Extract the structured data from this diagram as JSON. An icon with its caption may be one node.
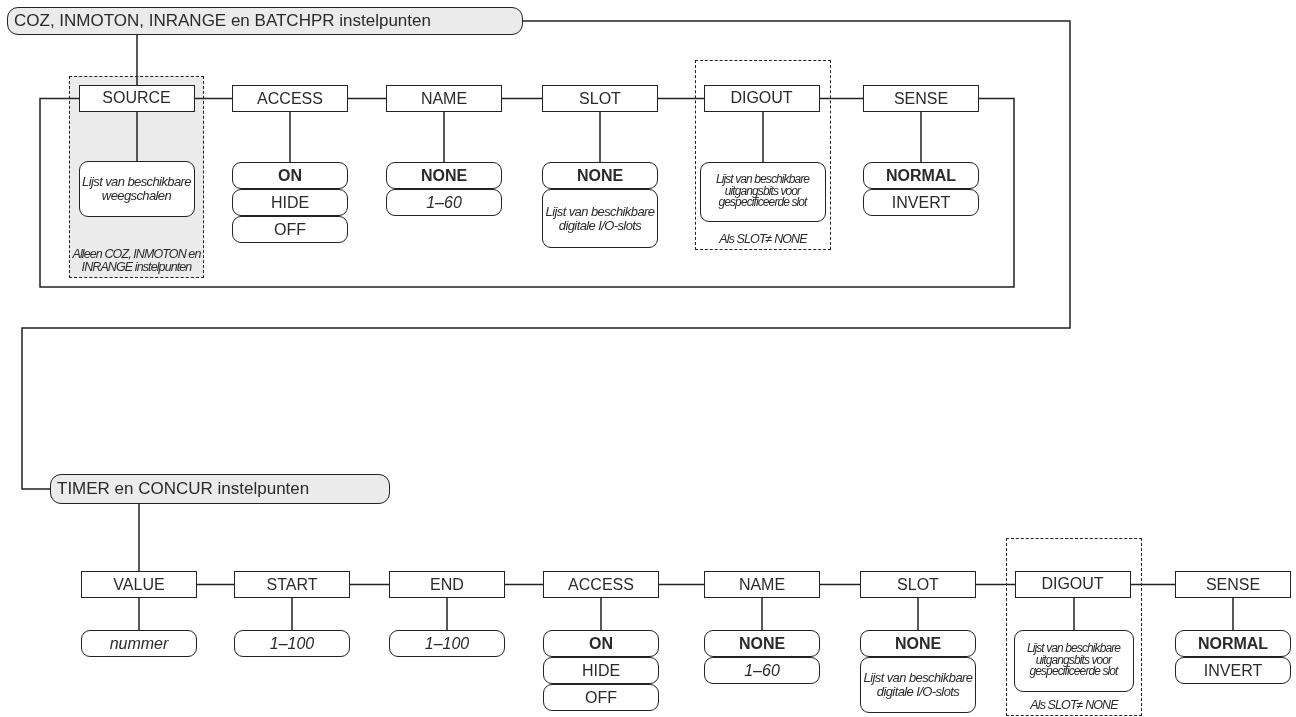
{
  "diagram": {
    "nodes": [
      {
        "text": [
          "COZ, INMOTON, INRANGE en BATCHPR instelpunten"
        ]
      },
      {
        "text": [
          "Alleen COZ, INMOTON en INRANGE instelpunten"
        ]
      },
      {
        "text": [
          "SOURCE"
        ],
        "in": 1
      },
      {
        "text": [
          "Lijst van beschikbare weegschalen"
        ],
        "in": 1
      },
      {
        "text": [
          "ACCESS"
        ]
      },
      {
        "text": [
          "ON"
        ]
      },
      {
        "text": [
          "HIDE"
        ]
      },
      {
        "text": [
          "OFF"
        ]
      },
      {
        "text": [
          "NAME"
        ]
      },
      {
        "text": [
          "NONE"
        ]
      },
      {
        "text": [
          "1–60"
        ]
      },
      {
        "text": [
          "SLOT"
        ]
      },
      {
        "text": [
          "NONE"
        ]
      },
      {
        "text": [
          "Lijst van beschikbare digitale I/O-slots"
        ]
      },
      {
        "text": [
          "Als SLOT≠ NONE"
        ]
      },
      {
        "text": [
          "DIGOUT"
        ],
        "in": 14
      },
      {
        "text": [
          "Lijst van beschikbare uitgangsbits voor gespecificeerde slot"
        ],
        "in": 14
      },
      {
        "text": [
          "SENSE"
        ]
      },
      {
        "text": [
          "NORMAL"
        ]
      },
      {
        "text": [
          "INVERT"
        ]
      },
      {
        "text": [
          "TIMER en CONCUR instelpunten"
        ]
      },
      {
        "text": [
          "VALUE"
        ]
      },
      {
        "text": [
          "nummer"
        ]
      },
      {
        "text": [
          "START"
        ]
      },
      {
        "text": [
          "1–100"
        ]
      },
      {
        "text": [
          "END"
        ]
      },
      {
        "text": [
          "1–100"
        ]
      },
      {
        "text": [
          "ACCESS"
        ]
      },
      {
        "text": [
          "ON"
        ]
      },
      {
        "text": [
          "HIDE"
        ]
      },
      {
        "text": [
          "OFF"
        ]
      },
      {
        "text": [
          "NAME"
        ]
      },
      {
        "text": [
          "NONE"
        ]
      },
      {
        "text": [
          "1–60"
        ]
      },
      {
        "text": [
          "SLOT"
        ]
      },
      {
        "text": [
          "NONE"
        ]
      },
      {
        "text": [
          "Lijst van beschikbare digitale I/O-slots"
        ]
      },
      {
        "text": [
          "Als SLOT≠ NONE"
        ]
      },
      {
        "text": [
          "DIGOUT"
        ],
        "in": 37
      },
      {
        "text": [
          "Lijst van beschikbare uitgangsbits voor gespecificeerde slot"
        ],
        "in": 37
      },
      {
        "text": [
          "SENSE"
        ]
      },
      {
        "text": [
          "NORMAL"
        ]
      },
      {
        "text": [
          "INVERT"
        ]
      }
    ],
    "edges": [
      {
        "from": 0,
        "to": 2,
        "arrow": "none"
      },
      {
        "from": 2,
        "to": 4,
        "arrow": "none"
      },
      {
        "from": 4,
        "to": 8,
        "arrow": "none"
      },
      {
        "from": 8,
        "to": 11,
        "arrow": "none"
      },
      {
        "from": 11,
        "to": 15,
        "arrow": "none"
      },
      {
        "from": 15,
        "to": 17,
        "arrow": "none"
      },
      {
        "from": 17,
        "to": 2,
        "arrow": "none"
      },
      {
        "from": 2,
        "to": 3,
        "arrow": "none"
      },
      {
        "from": 4,
        "to": 5,
        "arrow": "none"
      },
      {
        "from": 8,
        "to": 9,
        "arrow": "none"
      },
      {
        "from": 11,
        "to": 12,
        "arrow": "none"
      },
      {
        "from": 15,
        "to": 16,
        "arrow": "none"
      },
      {
        "from": 17,
        "to": 18,
        "arrow": "none"
      },
      {
        "from": 0,
        "to": 20,
        "arrow": "none"
      },
      {
        "from": 20,
        "to": 21,
        "arrow": "none"
      },
      {
        "from": 21,
        "to": 23,
        "arrow": "none"
      },
      {
        "from": 23,
        "to": 25,
        "arrow": "none"
      },
      {
        "from": 25,
        "to": 27,
        "arrow": "none"
      },
      {
        "from": 27,
        "to": 31,
        "arrow": "none"
      },
      {
        "from": 31,
        "to": 34,
        "arrow": "none"
      },
      {
        "from": 34,
        "to": 38,
        "arrow": "none"
      },
      {
        "from": 38,
        "to": 40,
        "arrow": "none"
      },
      {
        "from": 21,
        "to": 22,
        "arrow": "none"
      },
      {
        "from": 23,
        "to": 24,
        "arrow": "none"
      },
      {
        "from": 25,
        "to": 26,
        "arrow": "none"
      },
      {
        "from": 27,
        "to": 28,
        "arrow": "none"
      },
      {
        "from": 31,
        "to": 32,
        "arrow": "none"
      },
      {
        "from": 34,
        "to": 35,
        "arrow": "none"
      },
      {
        "from": 38,
        "to": 39,
        "arrow": "none"
      },
      {
        "from": 40,
        "to": 41,
        "arrow": "none"
      }
    ]
  }
}
